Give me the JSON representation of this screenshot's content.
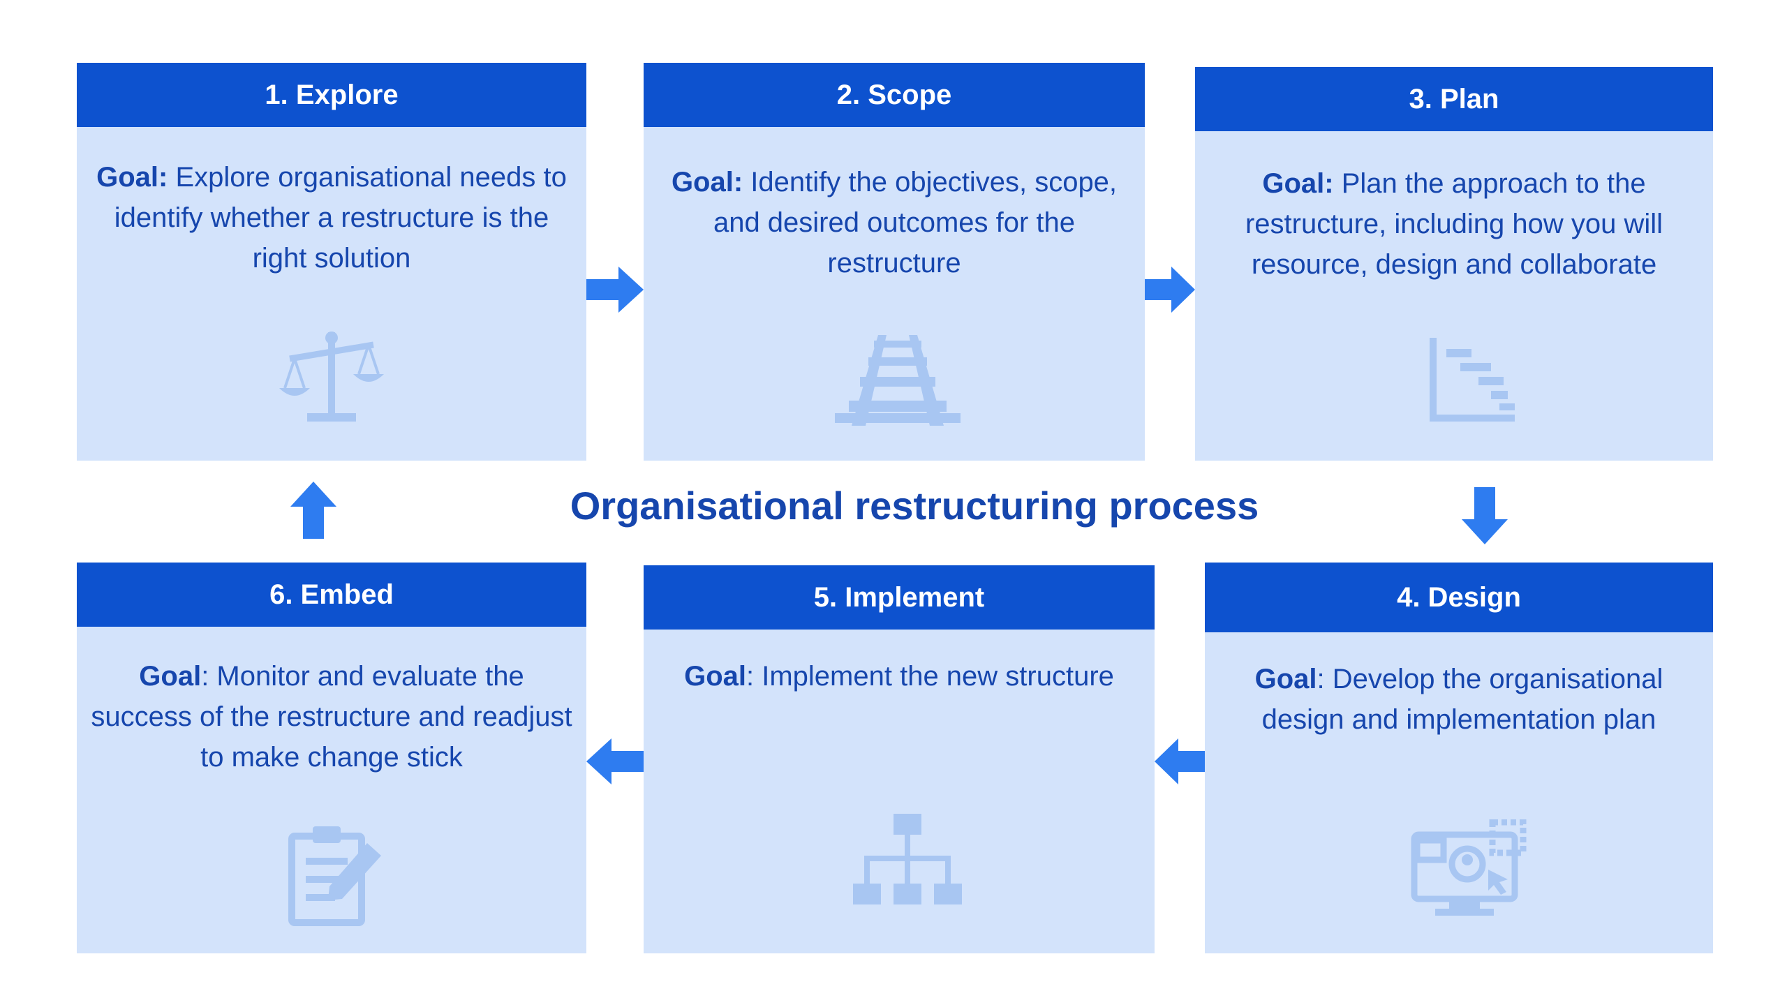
{
  "title": "Organisational restructuring process",
  "colors": {
    "header_bg": "#0d52cf",
    "card_bg": "#d3e3fb",
    "text": "#1646ad",
    "arrow": "#2e7cf0",
    "icon": "#a8c6f2"
  },
  "steps": [
    {
      "header": "1. Explore",
      "goal_label": "Goal:",
      "goal_text": "Explore organisational needs to identify whether a restructure is the right solution",
      "icon": "scales-icon"
    },
    {
      "header": "2. Scope",
      "goal_label": "Goal:",
      "goal_text": "Identify the objectives, scope, and desired outcomes for the restructure",
      "icon": "railway-track-icon"
    },
    {
      "header": "3. Plan",
      "goal_label": "Goal:",
      "goal_text": "Plan the approach to the restructure, including how you will resource, design and collaborate",
      "icon": "gantt-chart-icon"
    },
    {
      "header": "4. Design",
      "goal_label": "Goal",
      "goal_text": ": Develop the organisational design and implementation plan",
      "icon": "monitor-design-icon"
    },
    {
      "header": "5. Implement",
      "goal_label": "Goal",
      "goal_text": ": Implement the new structure",
      "icon": "org-chart-icon"
    },
    {
      "header": "6. Embed",
      "goal_label": "Goal",
      "goal_text": ": Monitor and evaluate the success of the restructure and readjust to make change stick",
      "icon": "clipboard-pencil-icon"
    }
  ]
}
